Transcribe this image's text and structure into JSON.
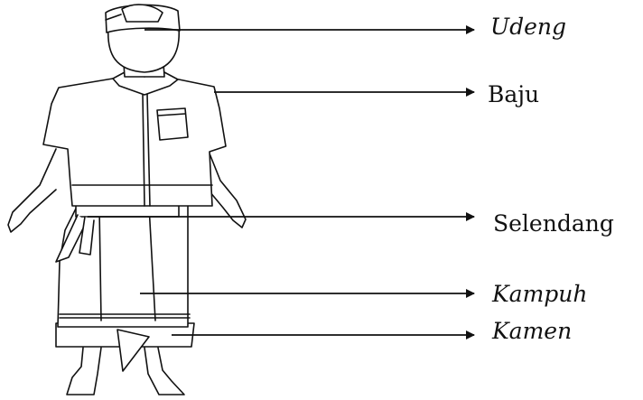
{
  "labels": {
    "udeng": "Udeng",
    "baju": "Baju",
    "selendang": "Selendang",
    "kampuh": "Kampuh",
    "kamen": "Kamen"
  },
  "colors": {
    "line": "#111111",
    "background": "#ffffff"
  }
}
